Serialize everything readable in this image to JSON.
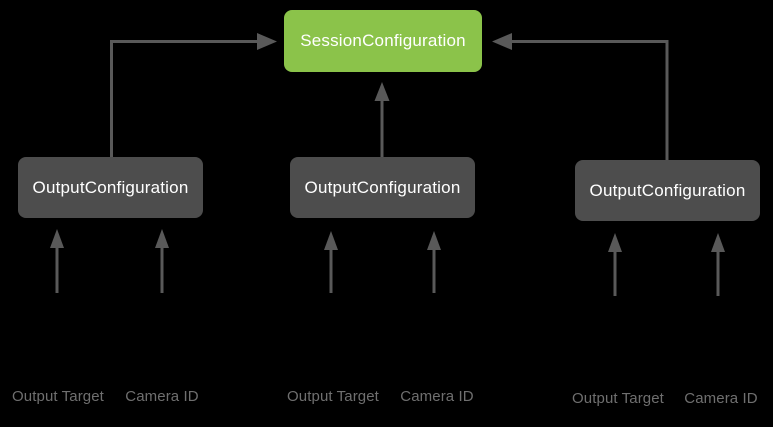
{
  "diagram": {
    "nodes": {
      "session": "SessionConfiguration",
      "outputs": [
        "OutputConfiguration",
        "OutputConfiguration",
        "OutputConfiguration"
      ]
    },
    "input_labels": [
      "Output Target",
      "Camera ID",
      "Output Target",
      "Camera ID",
      "Output Target",
      "Camera ID"
    ],
    "colors": {
      "background": "#000000",
      "session_node_fill": "#8BC34A",
      "output_node_fill": "#4D4D4D",
      "node_text": "#FFFFFF",
      "arrow": "#595959",
      "input_label_text": "#6F6F6F"
    }
  }
}
